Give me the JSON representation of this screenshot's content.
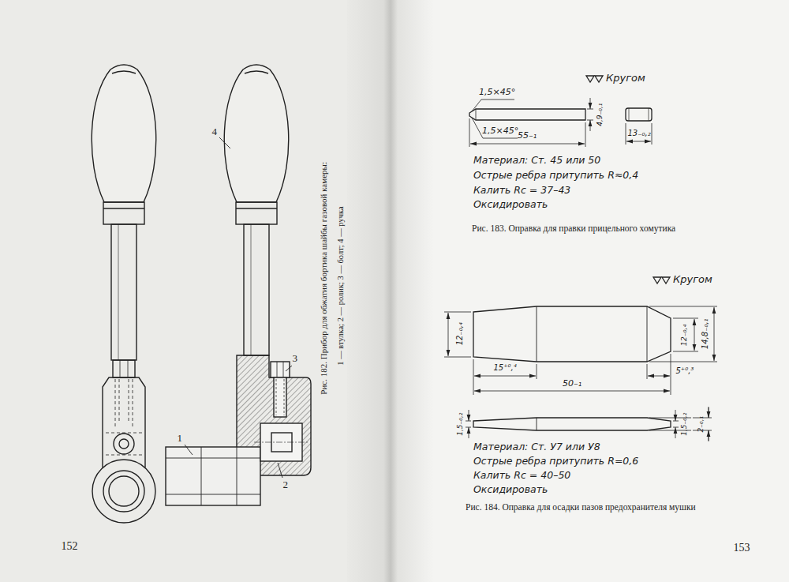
{
  "diagram": {
    "labels": [
      "4",
      "3",
      "1",
      "2",
      "Рис. 182. Прибор для обжатия бортика шайбы газовой камеры:",
      "1 — втулка; 2 — ролик; 3 — болт; 4 — ручка",
      "152",
      "Кругом",
      "1,5×45°",
      "1,5×45°",
      "4,9₋₀,₁",
      "55₋₁",
      "13₋₀,₂",
      "Материал: Ст. 45 или 50",
      "Острые ребра притупить R≈0,4",
      "Калить Rс = 37–43",
      "Оксидировать",
      "Рис. 183. Оправка для правки прицельного хомутика",
      "Кругом",
      "12₋₀,₄",
      "15⁺⁰,⁴",
      "50₋₁",
      "5⁺⁰,³",
      "12₋₀,₄",
      "14,8₋₀,₁",
      "1,5₋₀,₂",
      "1,5₋₀,₂",
      "2₋₀,₁",
      "Материал: Ст. У7 или У8",
      "Острые ребра притупить R=0,6",
      "Калить Rс = 40–50",
      "Оксидировать",
      "Рис. 184. Оправка для осадки пазов предохранителя мушки",
      "153"
    ]
  }
}
